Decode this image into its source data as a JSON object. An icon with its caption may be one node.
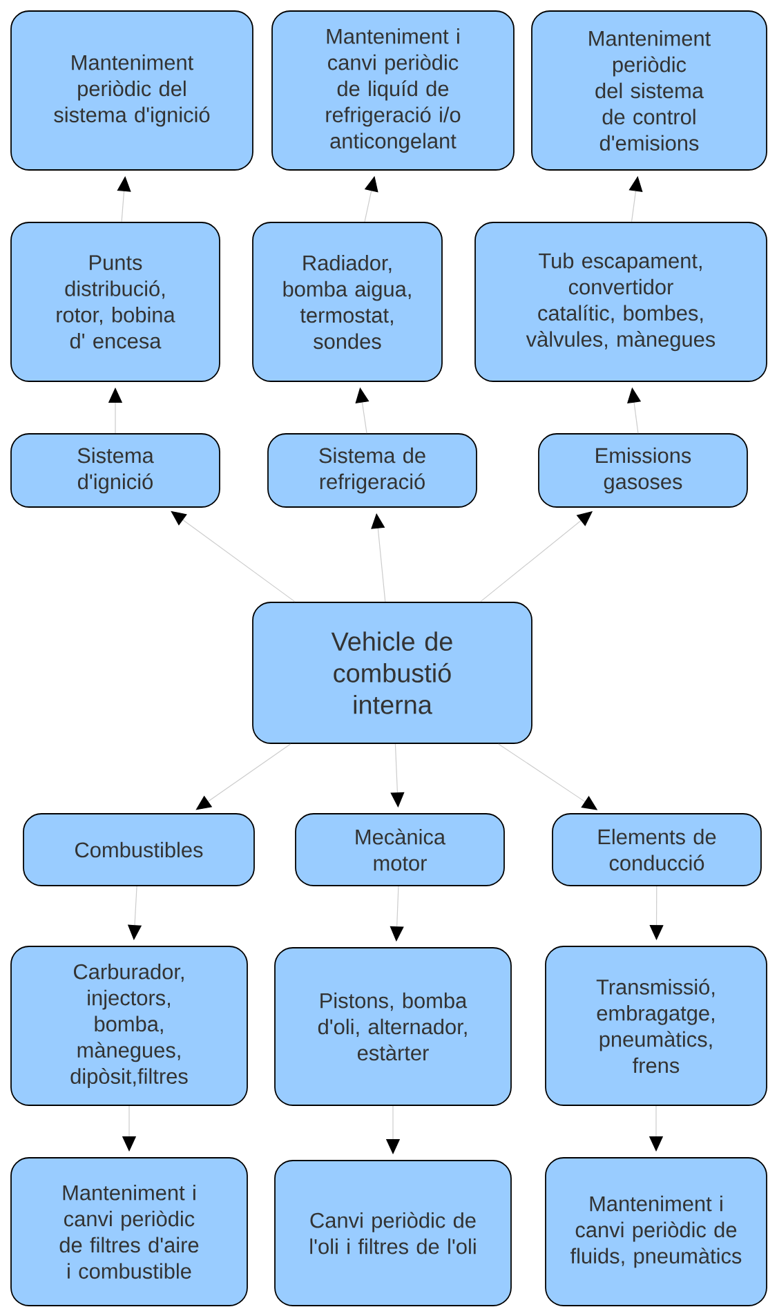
{
  "diagram": {
    "nodes": [
      {
        "text": [
          "Manteniment periòdic del sistema d'ignició"
        ]
      },
      {
        "text": [
          "Manteniment i canvi periòdic de liquíd de refrigeració i/o anticongelant"
        ]
      },
      {
        "text": [
          "Manteniment periòdic del sistema de control d'emisions"
        ]
      },
      {
        "text": [
          "Punts distribució, rotor, bobina d' encesa"
        ]
      },
      {
        "text": [
          "Radiador, bomba aigua, termostat, sondes"
        ]
      },
      {
        "text": [
          "Tub escapament, convertidor catalític, bombes, vàlvules, mànegues"
        ]
      },
      {
        "text": [
          "Sistema d'ignició"
        ]
      },
      {
        "text": [
          "Sistema de refrigeració"
        ]
      },
      {
        "text": [
          "Emissions gasoses"
        ]
      },
      {
        "text": [
          "Vehicle de combustió interna"
        ]
      },
      {
        "text": [
          "Combustibles"
        ]
      },
      {
        "text": [
          "Mecànica motor"
        ]
      },
      {
        "text": [
          "Elements de conducció"
        ]
      },
      {
        "text": [
          "Carburador, injectors, bomba, mànegues, dipòsit,filtres"
        ]
      },
      {
        "text": [
          "Pistons, bomba d'oli, alternador, estàrter"
        ]
      },
      {
        "text": [
          "Transmissió, embragatge, pneumàtics, frens"
        ]
      },
      {
        "text": [
          "Manteniment i canvi periòdic de filtres d'aire i combustible"
        ]
      },
      {
        "text": [
          "Canvi periòdic de l'oli i filtres de l'oli"
        ]
      },
      {
        "text": [
          "Manteniment i canvi periòdic de fluids, pneumàtics"
        ]
      }
    ],
    "edges": [
      {
        "from": 9,
        "to": 6,
        "arrow": "to"
      },
      {
        "from": 9,
        "to": 7,
        "arrow": "to"
      },
      {
        "from": 9,
        "to": 8,
        "arrow": "to"
      },
      {
        "from": 6,
        "to": 3,
        "arrow": "to"
      },
      {
        "from": 3,
        "to": 0,
        "arrow": "to"
      },
      {
        "from": 7,
        "to": 4,
        "arrow": "to"
      },
      {
        "from": 4,
        "to": 1,
        "arrow": "to"
      },
      {
        "from": 8,
        "to": 5,
        "arrow": "to"
      },
      {
        "from": 5,
        "to": 2,
        "arrow": "to"
      },
      {
        "from": 9,
        "to": 10,
        "arrow": "to"
      },
      {
        "from": 9,
        "to": 11,
        "arrow": "to"
      },
      {
        "from": 9,
        "to": 12,
        "arrow": "to"
      },
      {
        "from": 10,
        "to": 13,
        "arrow": "to"
      },
      {
        "from": 13,
        "to": 16,
        "arrow": "to"
      },
      {
        "from": 11,
        "to": 14,
        "arrow": "to"
      },
      {
        "from": 14,
        "to": 17,
        "arrow": "to"
      },
      {
        "from": 12,
        "to": 15,
        "arrow": "to"
      },
      {
        "from": 15,
        "to": 18,
        "arrow": "to"
      }
    ]
  }
}
